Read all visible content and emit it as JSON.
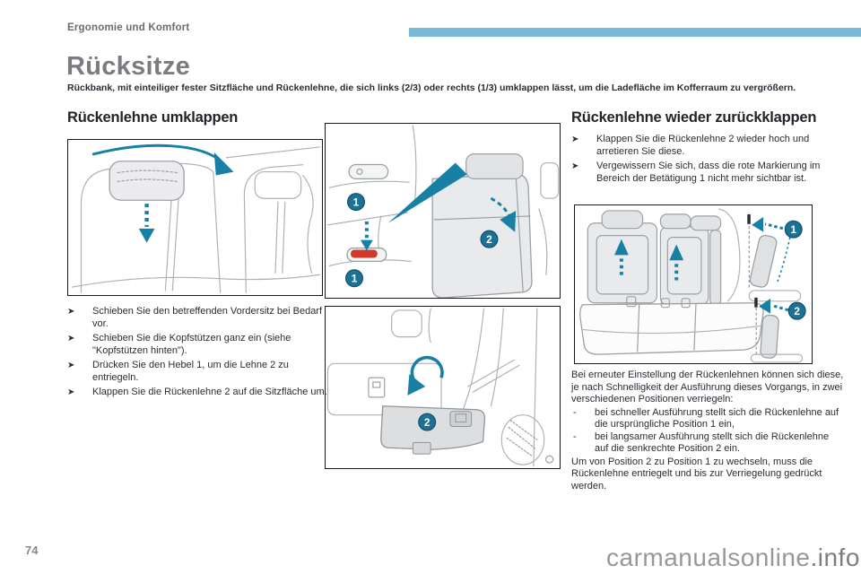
{
  "header": {
    "breadcrumb": "Ergonomie und Komfort"
  },
  "title": "Rücksitze",
  "lead": "Rückbank, mit einteiliger fester Sitzfläche und Rückenlehne, die sich links (2/3) oder rechts (1/3) umklappen lässt, um die Ladefläche im Kofferraum zu vergrößern.",
  "fold_section": {
    "heading": "Rückenlehne umklappen",
    "steps": [
      "Schieben Sie den betreffenden Vordersitz bei Bedarf vor.",
      "Schieben Sie die Kopfstützen ganz ein (siehe \"Kopfstützen hinten\").",
      "Drücken Sie den Hebel 1, um die Lehne 2 zu entriegeln.",
      "Klappen Sie die Rückenlehne 2 auf die Sitzfläche um."
    ]
  },
  "unfold_section": {
    "heading": "Rückenlehne wieder zurückklappen",
    "steps": [
      "Klappen Sie die Rückenlehne 2 wieder hoch und arretieren Sie diese.",
      "Vergewissern Sie sich, dass die rote Markierung im Bereich der Betätigung 1 nicht mehr sichtbar ist."
    ],
    "note_intro": "Bei erneuter Einstellung der Rückenlehnen können sich diese, je nach Schnelligkeit der Ausführung dieses Vorgangs, in zwei verschiedenen Positionen verriegeln:",
    "note_items": [
      "bei schneller Ausführung stellt sich die Rückenlehne auf die ursprüngliche Position 1 ein,",
      "bei langsamer Ausführung stellt sich die Rückenlehne auf die senkrechte Position 2 ein."
    ],
    "note_outro": "Um von Position 2 zu Position 1 zu wechseln, muss die Rückenlehne entriegelt und bis zur Verriegelung gedrückt werden."
  },
  "figures": {
    "markers": {
      "one": "1",
      "two": "2"
    }
  },
  "icons": {
    "step_arrow": "➤",
    "dash": "-"
  },
  "footer": {
    "page_number": "74",
    "watermark_main": "carmanualsonline",
    "watermark_suffix": ".info"
  },
  "colors": {
    "accent_bar": "#7bb8d6",
    "arrow_teal": "#187fa5",
    "marker_blue": "#1d7294",
    "red_mark": "#cf3b2a",
    "title_gray": "#7b7c80",
    "body_text": "#2b2b33",
    "watermark_gray": "#98989b"
  }
}
